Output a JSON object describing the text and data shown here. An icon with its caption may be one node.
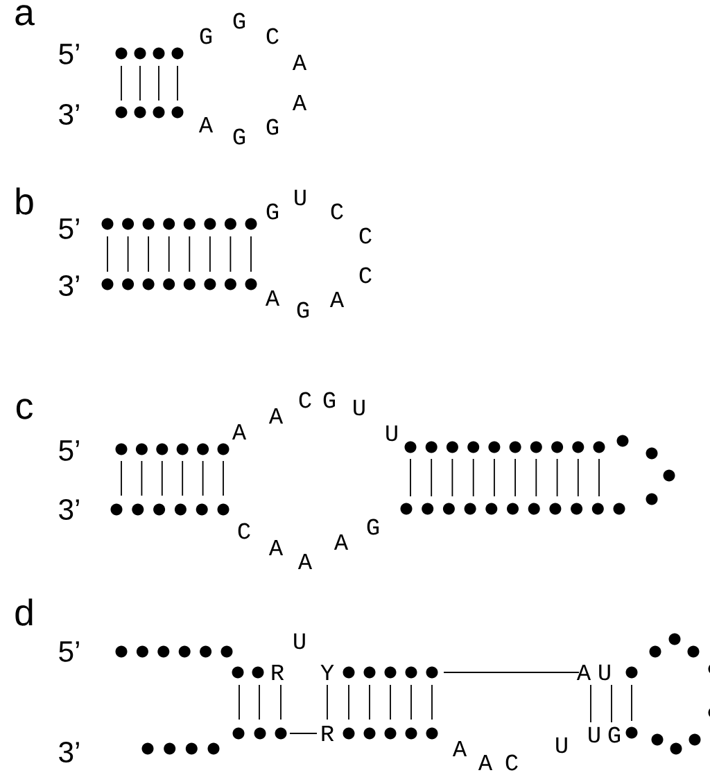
{
  "diagram": {
    "labels": [
      "a",
      "5’",
      "3’",
      "G",
      "G",
      "C",
      "A",
      "A",
      "G",
      "G",
      "A",
      "b",
      "5’",
      "3’",
      "G",
      "U",
      "C",
      "C",
      "C",
      "A",
      "G",
      "A",
      "c",
      "5’",
      "3’",
      "A",
      "A",
      "C",
      "G",
      "U",
      "U",
      "G",
      "A",
      "A",
      "A",
      "C",
      "d",
      "5’",
      "3’",
      "R",
      "U",
      "Y",
      "A",
      "U",
      "G",
      "U",
      "U",
      "C",
      "A",
      "A",
      "R"
    ]
  }
}
